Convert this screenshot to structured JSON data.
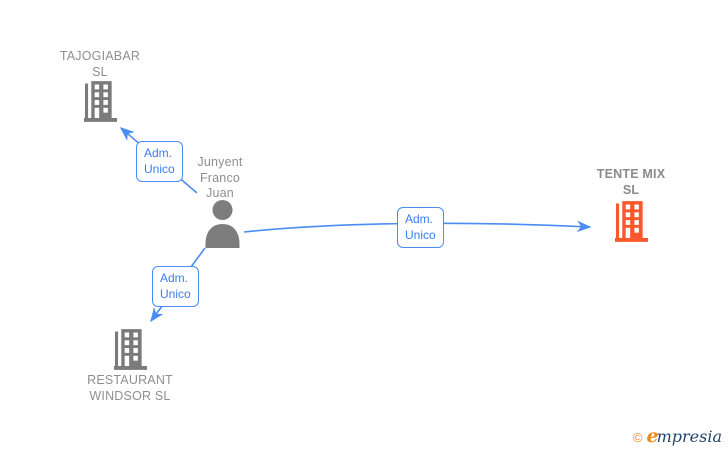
{
  "canvas": {
    "background": "#ffffff"
  },
  "colors": {
    "edge_blue": "#4a8cf3",
    "edge_label_blue": "#3a7df2",
    "company_gray": "#7b7b7b",
    "company_orange": "#f9582c",
    "label_gray": "#8f8f8f",
    "brand_orange": "#ef8b1d",
    "brand_navy": "#24466b"
  },
  "person": {
    "name_line1": "Junyent",
    "name_line2": "Franco",
    "name_line3": "Juan"
  },
  "companies": {
    "tajogiabar": {
      "name_line1": "TAJOGIABAR",
      "name_line2": "SL"
    },
    "tente_mix": {
      "name_line1": "TENTE MIX",
      "name_line2": "SL"
    },
    "restaurant_windsor": {
      "name_line1": "RESTAURANT",
      "name_line2": "WINDSOR SL"
    }
  },
  "edges": {
    "person_to_tajogiabar": {
      "label_line1": "Adm.",
      "label_line2": "Unico"
    },
    "person_to_tente_mix": {
      "label_line1": "Adm.",
      "label_line2": "Unico"
    },
    "person_to_restaurant_windsor": {
      "label_line1": "Adm.",
      "label_line2": "Unico"
    }
  },
  "footer": {
    "copyright_symbol": "©",
    "brand_initial": "e",
    "brand_rest": "mpresia"
  }
}
